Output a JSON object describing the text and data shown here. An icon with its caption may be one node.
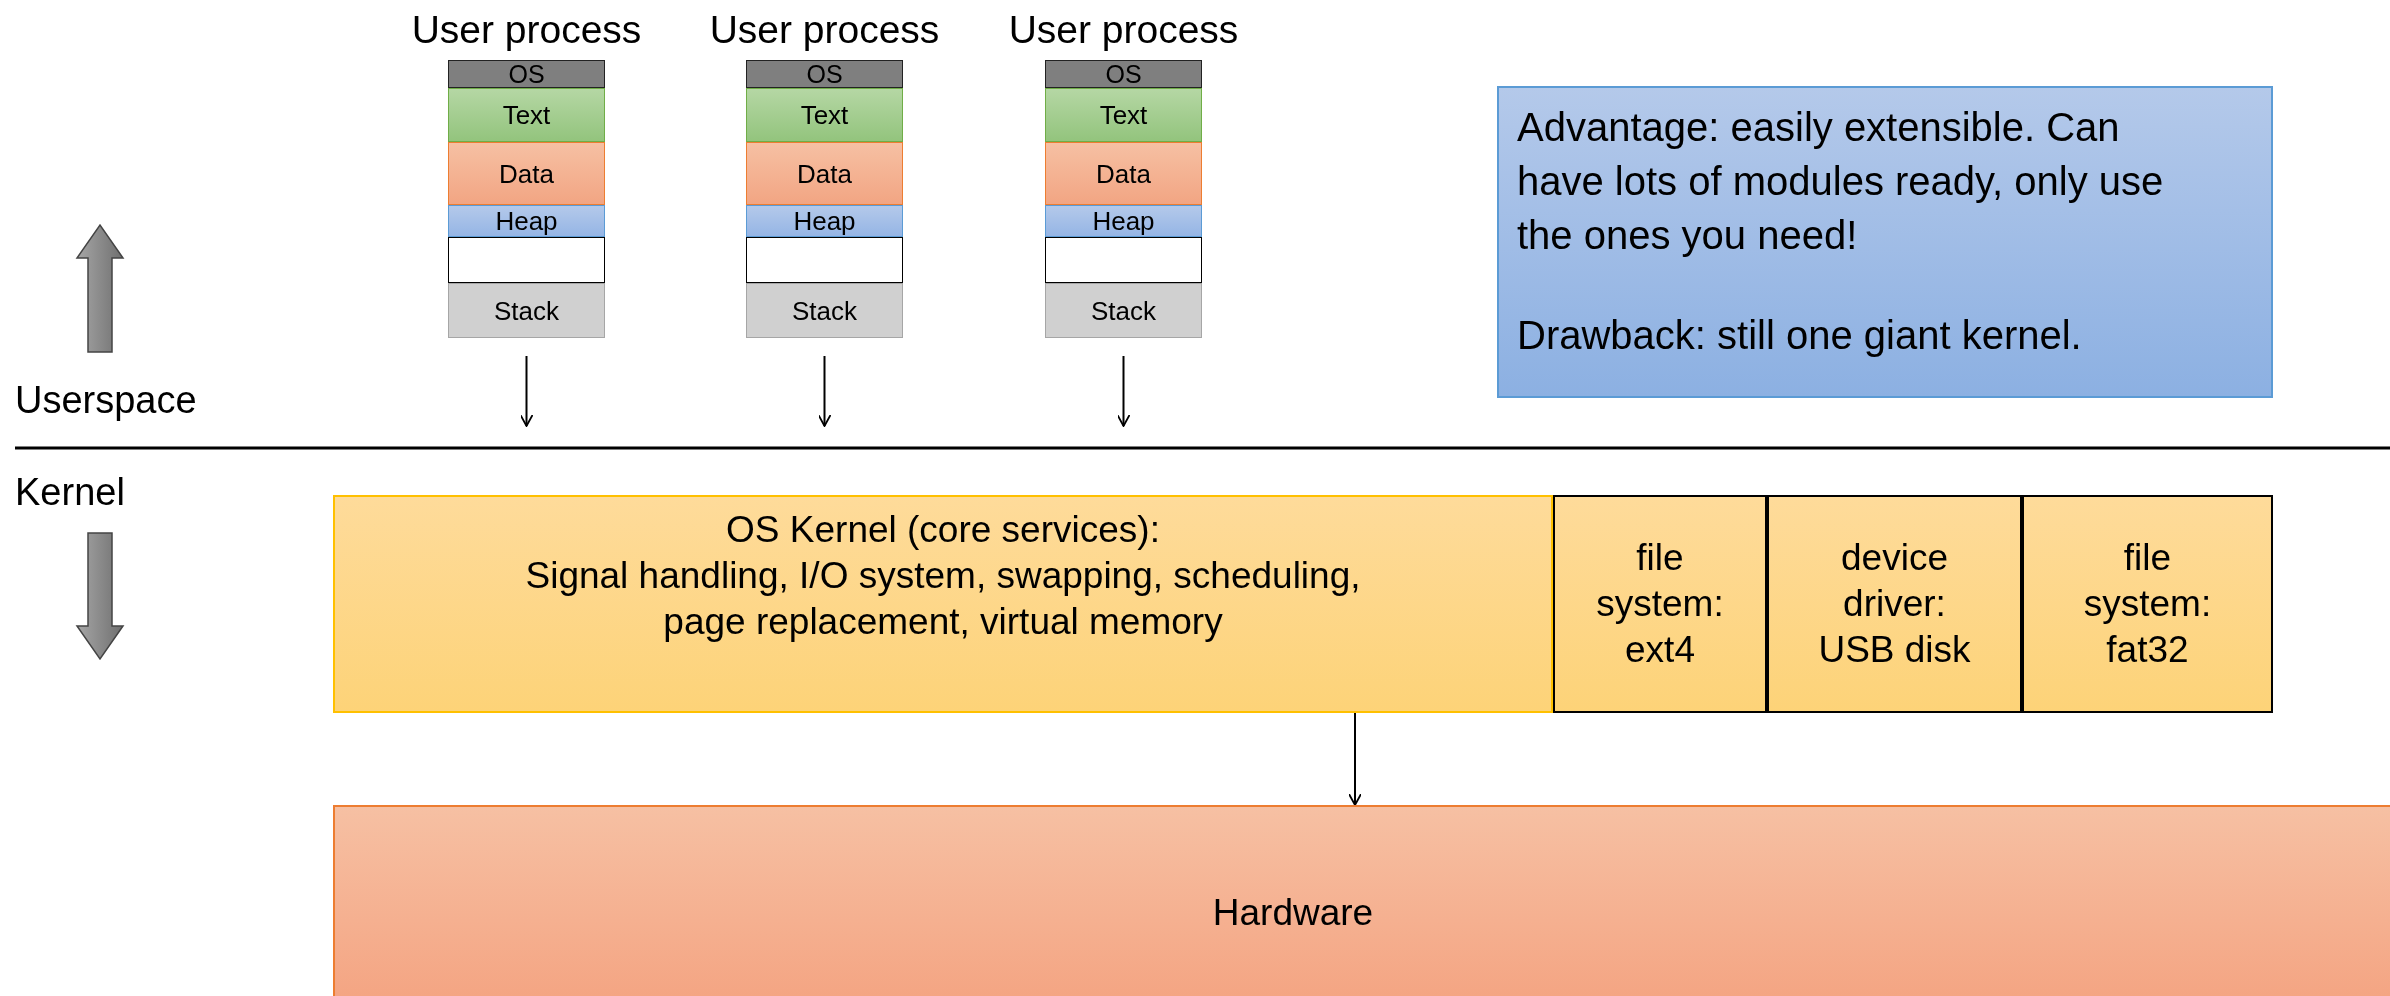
{
  "diagram": {
    "nodes": [
      {
        "text": [
          "User process"
        ]
      },
      {
        "text": [
          "OS"
        ],
        "in": 0
      },
      {
        "text": [
          "Text"
        ],
        "in": 0
      },
      {
        "text": [
          "Data"
        ],
        "in": 0
      },
      {
        "text": [
          "Heap"
        ],
        "in": 0
      },
      {
        "text": [],
        "shape": "box",
        "in": 0
      },
      {
        "text": [
          "Stack"
        ],
        "in": 0
      },
      {
        "text": [
          "User process"
        ]
      },
      {
        "text": [
          "OS"
        ],
        "in": 7
      },
      {
        "text": [
          "Text"
        ],
        "in": 7
      },
      {
        "text": [
          "Data"
        ],
        "in": 7
      },
      {
        "text": [
          "Heap"
        ],
        "in": 7
      },
      {
        "text": [],
        "shape": "box",
        "in": 7
      },
      {
        "text": [
          "Stack"
        ],
        "in": 7
      },
      {
        "text": [
          "User process"
        ]
      },
      {
        "text": [
          "OS"
        ],
        "in": 14
      },
      {
        "text": [
          "Text"
        ],
        "in": 14
      },
      {
        "text": [
          "Data"
        ],
        "in": 14
      },
      {
        "text": [
          "Heap"
        ],
        "in": 14
      },
      {
        "text": [],
        "shape": "box",
        "in": 14
      },
      {
        "text": [
          "Stack"
        ],
        "in": 14
      },
      {
        "text": [
          "OS Kernel (core services):",
          "Signal handling, I/O system, swapping, scheduling, page replacement, virtual memory"
        ]
      },
      {
        "text": [
          "file system: ext4"
        ]
      },
      {
        "text": [
          "device driver: USB disk"
        ]
      },
      {
        "text": [
          "file system: fat32"
        ]
      },
      {
        "text": [
          "Hardware"
        ]
      },
      {
        "text": [
          "Advantage: easily extensible. Can have lots of modules ready, only use the ones you need!",
          "Drawback: still one giant kernel."
        ]
      }
    ],
    "edges": [
      {
        "from": 0,
        "to": null,
        "arrow": "to"
      },
      {
        "from": 7,
        "to": null,
        "arrow": "to"
      },
      {
        "from": 14,
        "to": null,
        "arrow": "to"
      },
      {
        "from": 21,
        "to": 25,
        "arrow": "to"
      }
    ],
    "labels": [
      "Userspace",
      "Kernel"
    ]
  }
}
